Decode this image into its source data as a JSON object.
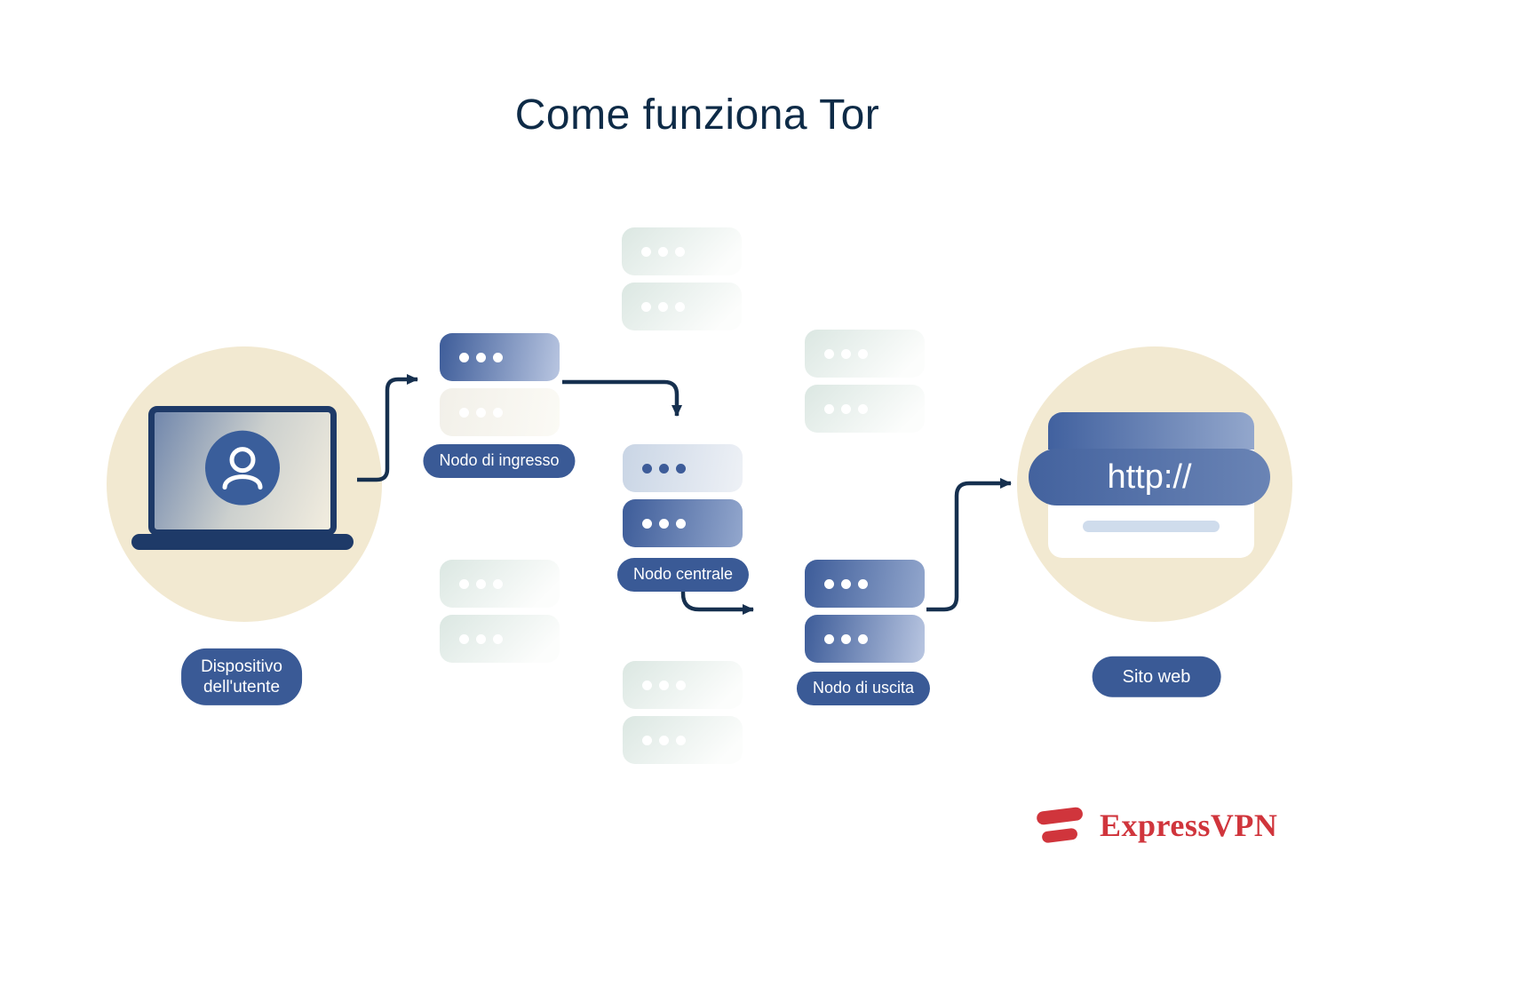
{
  "title": "Come funziona Tor",
  "labels": {
    "device_line1": "Dispositivo",
    "device_line2": "dell'utente",
    "entry_node": "Nodo di ingresso",
    "middle_node": "Nodo centrale",
    "exit_node": "Nodo di uscita",
    "website": "Sito web"
  },
  "browser": {
    "url": "http://"
  },
  "logo": {
    "brand": "ExpressVPN"
  },
  "icons": {
    "device": "laptop-user-icon",
    "relay": "server-icon",
    "website": "browser-window-icon",
    "brand_mark": "expressvpn-mark-icon"
  },
  "colors": {
    "title_navy": "#0e2b47",
    "arrow_navy": "#16304f",
    "pill_blue": "#3a5a96",
    "server_blue": "#3d5c99",
    "server_light": "#dbe7e2",
    "circle_beige": "#f2e9d1",
    "brand_red": "#d0353c"
  }
}
